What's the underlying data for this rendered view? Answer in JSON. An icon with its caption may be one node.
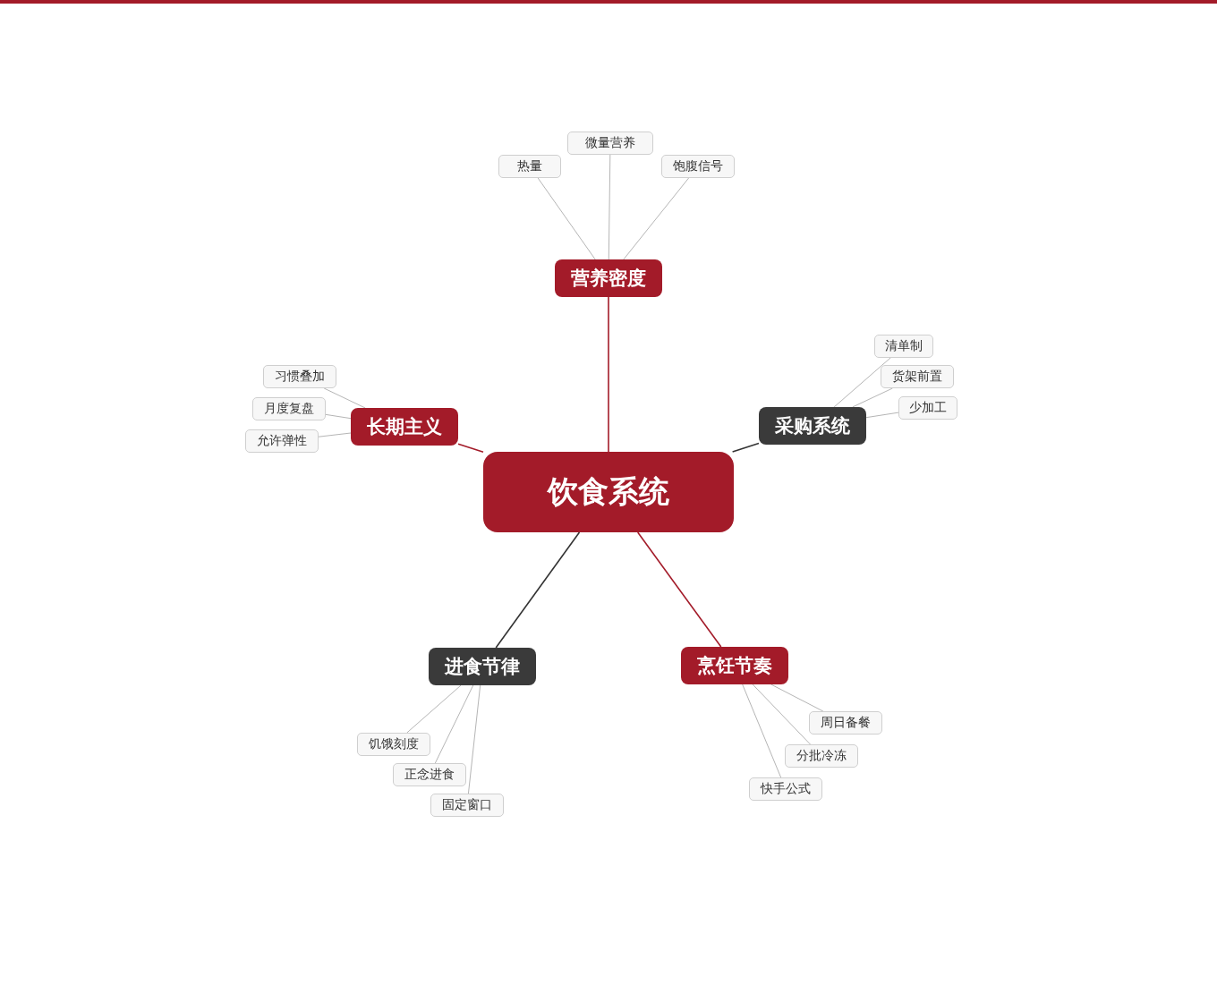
{
  "diagram": {
    "nodes": [
      {
        "text": [
          "饮食系统"
        ]
      },
      {
        "text": [
          "营养密度"
        ]
      },
      {
        "text": [
          "热量"
        ]
      },
      {
        "text": [
          "微量营养"
        ]
      },
      {
        "text": [
          "饱腹信号"
        ]
      },
      {
        "text": [
          "采购系统"
        ]
      },
      {
        "text": [
          "清单制"
        ]
      },
      {
        "text": [
          "货架前置"
        ]
      },
      {
        "text": [
          "少加工"
        ]
      },
      {
        "text": [
          "烹饪节奏"
        ]
      },
      {
        "text": [
          "周日备餐"
        ]
      },
      {
        "text": [
          "分批冷冻"
        ]
      },
      {
        "text": [
          "快手公式"
        ]
      },
      {
        "text": [
          "进食节律"
        ]
      },
      {
        "text": [
          "饥饿刻度"
        ]
      },
      {
        "text": [
          "正念进食"
        ]
      },
      {
        "text": [
          "固定窗口"
        ]
      },
      {
        "text": [
          "长期主义"
        ]
      },
      {
        "text": [
          "习惯叠加"
        ]
      },
      {
        "text": [
          "月度复盘"
        ]
      },
      {
        "text": [
          "允许弹性"
        ]
      }
    ],
    "edges": [
      {
        "from": 0,
        "to": 1,
        "arrow": "none",
        "color": "#a31b29"
      },
      {
        "from": 1,
        "to": 2,
        "arrow": "none"
      },
      {
        "from": 1,
        "to": 3,
        "arrow": "none"
      },
      {
        "from": 1,
        "to": 4,
        "arrow": "none"
      },
      {
        "from": 0,
        "to": 5,
        "arrow": "none",
        "color": "#333333"
      },
      {
        "from": 5,
        "to": 6,
        "arrow": "none"
      },
      {
        "from": 5,
        "to": 7,
        "arrow": "none"
      },
      {
        "from": 5,
        "to": 8,
        "arrow": "none"
      },
      {
        "from": 0,
        "to": 9,
        "arrow": "none",
        "color": "#a31b29"
      },
      {
        "from": 9,
        "to": 10,
        "arrow": "none"
      },
      {
        "from": 9,
        "to": 11,
        "arrow": "none"
      },
      {
        "from": 9,
        "to": 12,
        "arrow": "none"
      },
      {
        "from": 0,
        "to": 13,
        "arrow": "none",
        "color": "#333333"
      },
      {
        "from": 13,
        "to": 14,
        "arrow": "none"
      },
      {
        "from": 13,
        "to": 15,
        "arrow": "none"
      },
      {
        "from": 13,
        "to": 16,
        "arrow": "none"
      },
      {
        "from": 0,
        "to": 17,
        "arrow": "none",
        "color": "#a31b29"
      },
      {
        "from": 17,
        "to": 18,
        "arrow": "none"
      },
      {
        "from": 17,
        "to": 19,
        "arrow": "none"
      },
      {
        "from": 17,
        "to": 20,
        "arrow": "none"
      }
    ]
  }
}
